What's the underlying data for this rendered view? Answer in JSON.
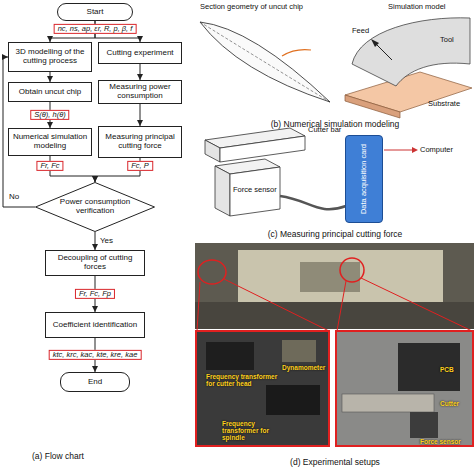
{
  "diagram": {
    "nodes": [
      {
        "text": [
          "Start"
        ]
      },
      {
        "text": [
          "3D modelling of the cutting process"
        ]
      },
      {
        "text": [
          "Cutting experiment"
        ]
      },
      {
        "text": [
          "Obtain uncut chip"
        ]
      },
      {
        "text": [
          "Measuring power consumption"
        ]
      },
      {
        "text": [
          "Numerical simulation modeling"
        ]
      },
      {
        "text": [
          "Measuring principal cutting force"
        ]
      },
      {
        "text": [
          "Power consumption verification"
        ]
      },
      {
        "text": [
          "Decoupling of cutting forces"
        ]
      },
      {
        "text": [
          "Coefficient identification"
        ]
      },
      {
        "text": [
          "End"
        ]
      },
      {
        "text": [
          "Data acquisition card"
        ]
      }
    ],
    "edges": [
      {
        "from": 0,
        "to": 1,
        "arrow": "to",
        "label": "nc, ns, ap, εr, R, p, β, f"
      },
      {
        "from": 0,
        "to": 2,
        "arrow": "to"
      },
      {
        "from": 1,
        "to": 3,
        "arrow": "to"
      },
      {
        "from": 3,
        "to": 5,
        "arrow": "to",
        "label": "S(θ), h(θ)"
      },
      {
        "from": 2,
        "to": 4,
        "arrow": "to"
      },
      {
        "from": 4,
        "to": 6,
        "arrow": "to"
      },
      {
        "from": 5,
        "to": 7,
        "arrow": "to",
        "label": "Fr, Fc"
      },
      {
        "from": 6,
        "to": 7,
        "arrow": "to",
        "label": "Fc, P"
      },
      {
        "from": 7,
        "to": 8,
        "arrow": "to",
        "label": "Yes"
      },
      {
        "from": 7,
        "to": 1,
        "arrow": "to",
        "label": "No"
      },
      {
        "from": 8,
        "to": 9,
        "arrow": "to",
        "label": "Fr, Fc, Fp"
      },
      {
        "from": 9,
        "to": 10,
        "arrow": "to",
        "label": "ktc, krc, kac, kte, kre, kae"
      }
    ],
    "labels": [
      "(a) Flow chart",
      "Section geometry of uncut chip",
      "Simulation model",
      "Feed",
      "Tool",
      "Substrate",
      "(b) Numerical simulation modeling",
      "Cutter bar",
      "Force sensor",
      "Computer",
      "(c) Measuring principal cutting force",
      "Frequency transformer for cutter head",
      "Dynamometer",
      "Frequency transformer for spindle",
      "PCB",
      "Cutter",
      "Force sensor",
      "(d) Experimental setups"
    ]
  }
}
